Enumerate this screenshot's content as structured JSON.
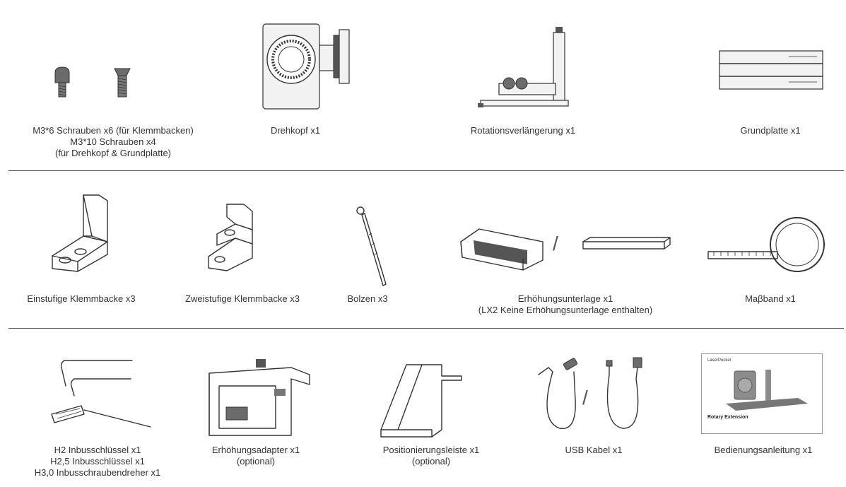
{
  "items": {
    "screws": {
      "lines": [
        "M3*6 Schrauben x6 (für Klemmbacken)",
        "M3*10 Schrauben x4",
        "(für Drehkopf & Grundplatte)"
      ],
      "icon": "screw-icon"
    },
    "rotary_head": {
      "lines": [
        "Drehkopf x1"
      ],
      "icon": "rotary-head-icon"
    },
    "rotary_extension": {
      "lines": [
        "Rotationsverlängerung x1"
      ],
      "icon": "rotary-extension-icon"
    },
    "base_plate": {
      "lines": [
        "Grundplatte x1"
      ],
      "icon": "base-plate-icon"
    },
    "single_step_clamp": {
      "lines": [
        "Einstufige Klemmbacke x3"
      ],
      "icon": "single-step-clamp-icon"
    },
    "two_step_clamp": {
      "lines": [
        "Zweistufige Klemmbacke x3"
      ],
      "icon": "two-step-clamp-icon"
    },
    "bolt": {
      "lines": [
        "Bolzen x3"
      ],
      "icon": "bolt-icon"
    },
    "riser_pad": {
      "lines": [
        "Erhöhungsunterlage x1",
        "(LX2 Keine Erhöhungsunterlage enthalten)"
      ],
      "separator": "/",
      "icon": "riser-pad-icon"
    },
    "tape_measure": {
      "lines": [
        "Maβband x1"
      ],
      "icon": "tape-measure-icon"
    },
    "hex_keys": {
      "lines": [
        "H2 Inbusschlüssel x1",
        "H2,5 Inbusschlüssel x1",
        "H3,0 Inbusschraubendreher x1"
      ],
      "icon": "hex-key-icon"
    },
    "riser_adapter": {
      "lines": [
        "Erhöhungsadapter x1",
        "(optional)"
      ],
      "icon": "riser-adapter-icon"
    },
    "positioning_bar": {
      "lines": [
        "Positionierungsleiste x1",
        "(optional)"
      ],
      "icon": "positioning-bar-icon"
    },
    "usb_cable": {
      "lines": [
        "USB Kabel x1"
      ],
      "separator": "/",
      "icon": "usb-cable-icon"
    },
    "manual": {
      "lines": [
        "Bedienungsanleitung x1"
      ],
      "cover_brand": "LaserPecker",
      "cover_title": "Rotary Extension",
      "icon": "manual-icon"
    }
  },
  "colors": {
    "text": "#333333",
    "line": "#555555",
    "device_gray": "#8c8c8c"
  }
}
